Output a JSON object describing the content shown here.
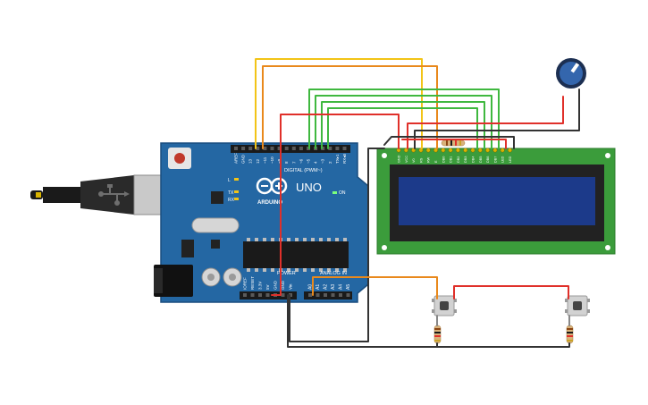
{
  "board": {
    "brand": "ARDUINO",
    "model": "UNO",
    "on_label": "ON",
    "digital_label": "DIGITAL (PWM~)",
    "power_label": "POWER",
    "analog_label": "ANALOG IN",
    "led_labels": [
      "L",
      "TX",
      "RX"
    ],
    "top_pins": [
      "AREF",
      "GND",
      "13",
      "12",
      "~11",
      "~10",
      "~9",
      "8",
      "7",
      "~6",
      "~5",
      "4",
      "~3",
      "2",
      "TX▸1",
      "RX◂0"
    ],
    "power_pins": [
      "IOREF",
      "RESET",
      "3.3V",
      "5V",
      "GND",
      "GND",
      "Vin"
    ],
    "analog_pins": [
      "A0",
      "A1",
      "A2",
      "A3",
      "A4",
      "A5"
    ]
  },
  "lcd": {
    "pin_labels": [
      "GND",
      "VCC",
      "V0",
      "RS",
      "RW",
      "E",
      "DB0",
      "DB1",
      "DB2",
      "DB3",
      "DB4",
      "DB5",
      "DB6",
      "DB7",
      "LED",
      "LED"
    ]
  },
  "components": {
    "potentiometer": "potentiometer",
    "buttons": [
      "pushbutton-1",
      "pushbutton-2"
    ],
    "resistors": [
      "resistor-lcd",
      "resistor-1",
      "resistor-2"
    ]
  },
  "colors": {
    "board": "#2467a3",
    "board_dark": "#1b4f80",
    "lcd_pcb": "#3b9c3b",
    "lcd_screen": "#1c3a8a",
    "wire_red": "#e0302a",
    "wire_green": "#3fb83f",
    "wire_yellow": "#f2c417",
    "wire_orange": "#e9891c",
    "wire_black": "#333333"
  }
}
